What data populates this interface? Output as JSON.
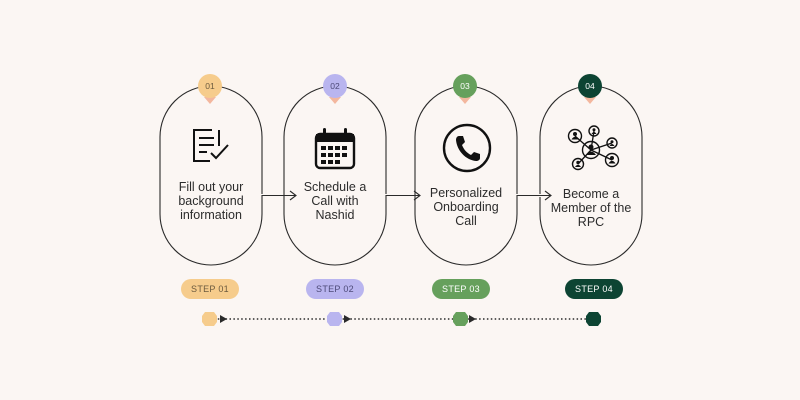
{
  "steps": [
    {
      "badge": "01",
      "lines": [
        "Fill out your",
        "background",
        "information"
      ],
      "pill": "STEP 01",
      "color": "#f6cc8c",
      "text_color": "#6b5a3e",
      "badge_text_color": "#6b5a3e",
      "icon": "form-checklist-icon"
    },
    {
      "badge": "02",
      "lines": [
        "Schedule a",
        "Call with",
        "Nashid"
      ],
      "pill": "STEP 02",
      "color": "#b9b5ef",
      "text_color": "#4d4a78",
      "badge_text_color": "#4d4a78",
      "icon": "calendar-icon"
    },
    {
      "badge": "03",
      "lines": [
        "Personalized",
        "Onboarding",
        "Call"
      ],
      "pill": "STEP 03",
      "color": "#66a05c",
      "text_color": "#ffffff",
      "badge_text_color": "#ffffff",
      "icon": "phone-icon"
    },
    {
      "badge": "04",
      "lines": [
        "Become a",
        "Member of the",
        "RPC"
      ],
      "pill": "STEP 04",
      "color": "#0d4433",
      "text_color": "#ffffff",
      "badge_text_color": "#ffffff",
      "icon": "network-people-icon"
    }
  ],
  "colors": {
    "background": "#fbf6f3",
    "outline": "#2a2a2a",
    "badge_pointer": "#f3b79e",
    "timeline_dots": "#2a2a2a"
  }
}
